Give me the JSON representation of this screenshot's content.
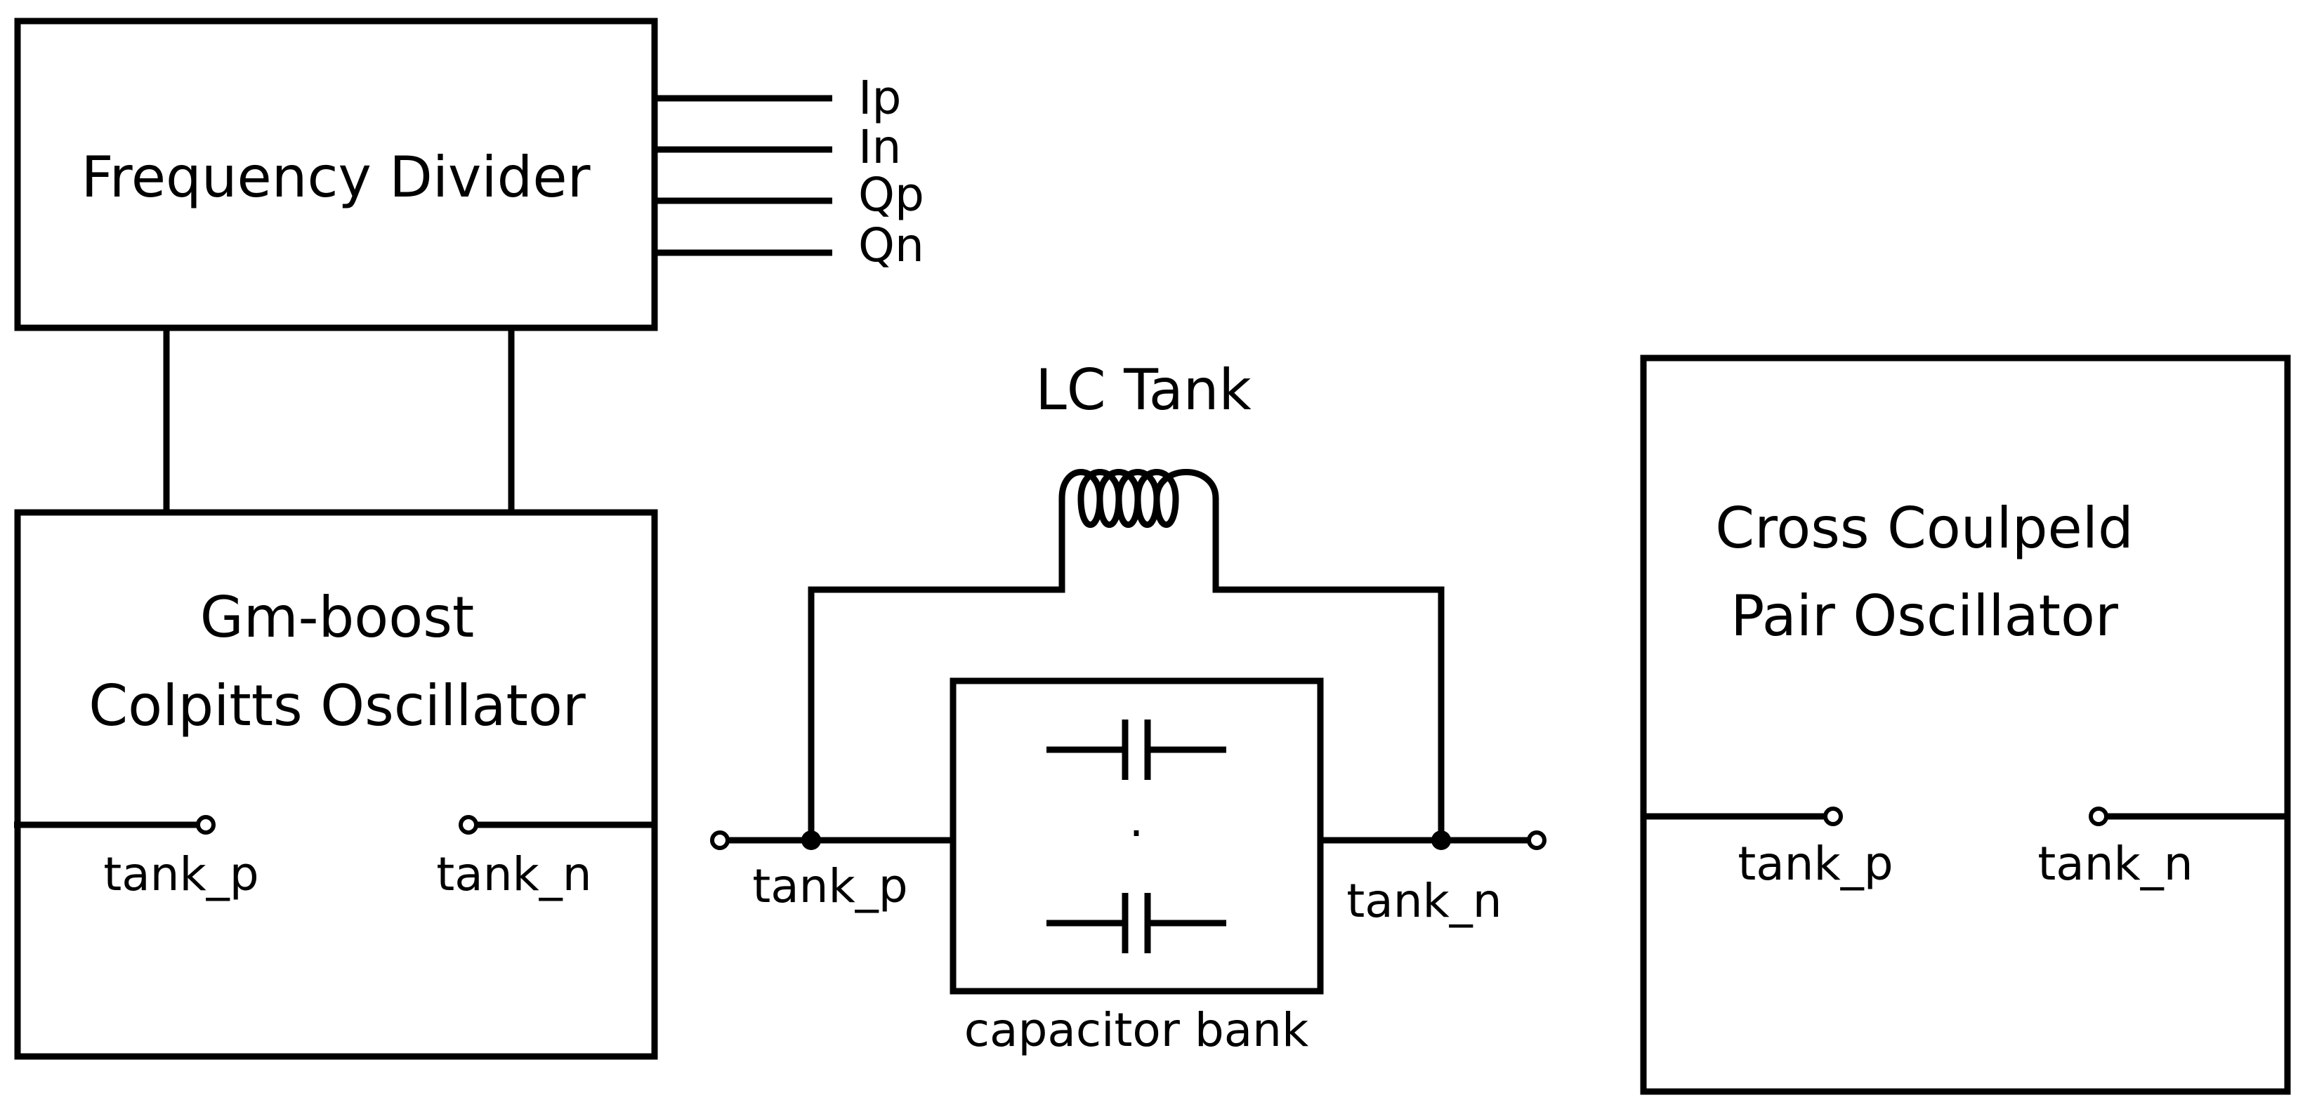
{
  "frequency_divider": {
    "label": "Frequency Divider",
    "outputs": [
      "Ip",
      "In",
      "Qp",
      "Qn"
    ]
  },
  "colpitts": {
    "label_line1": "Gm-boost",
    "label_line2": "Colpitts Oscillator",
    "port_p": "tank_p",
    "port_n": "tank_n"
  },
  "lc_tank": {
    "label": "LC Tank",
    "port_p": "tank_p",
    "port_n": "tank_n",
    "capacitor_bank_label": "capacitor bank",
    "bank_ellipsis": "·"
  },
  "cross_coupled": {
    "label_line1": "Cross Coulpeld",
    "label_line2": "Pair Oscillator",
    "port_p": "tank_p",
    "port_n": "tank_n"
  }
}
